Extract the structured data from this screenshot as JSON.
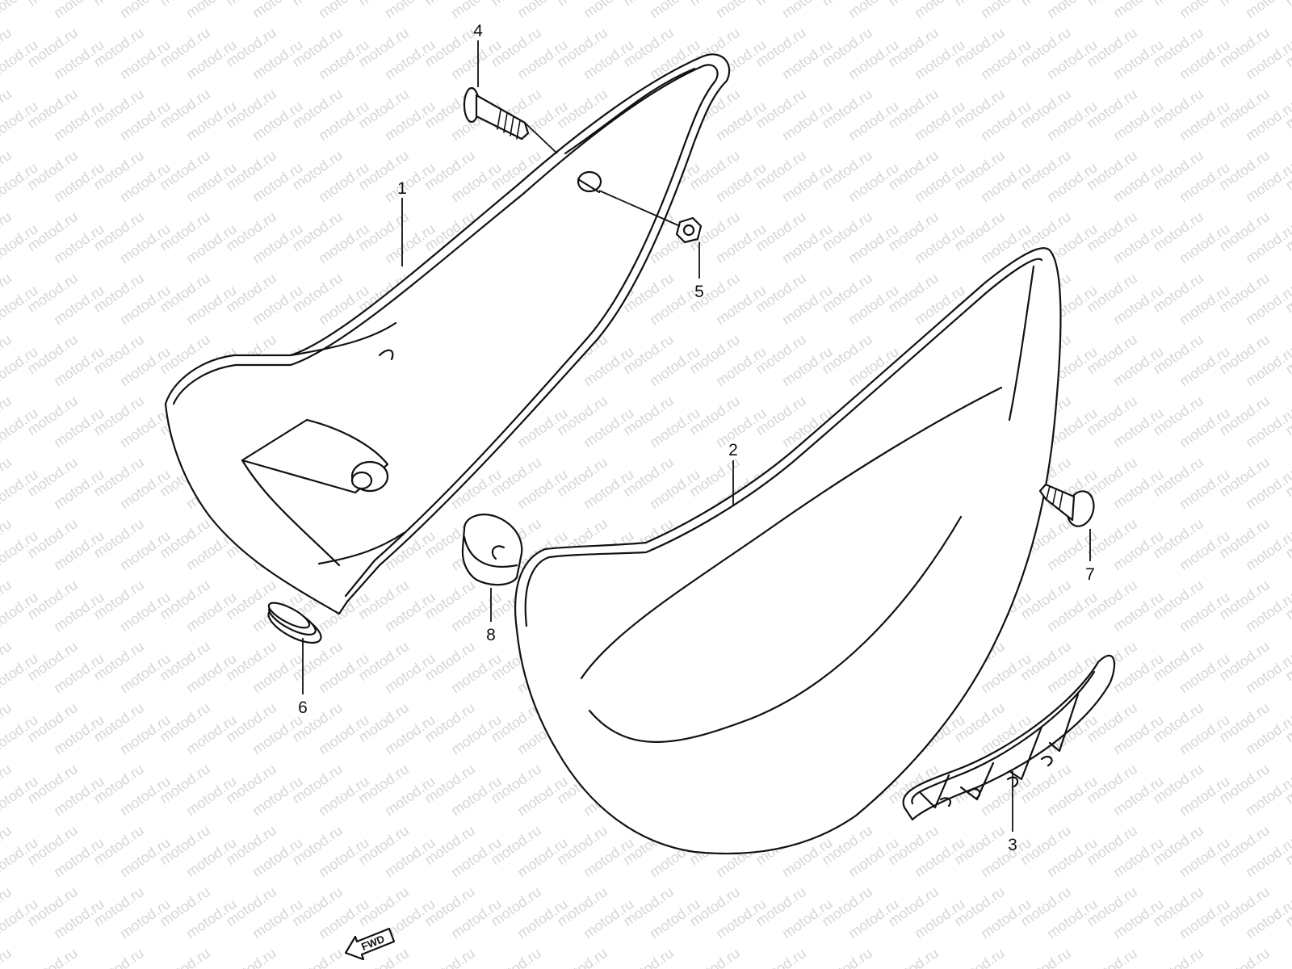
{
  "watermark": {
    "text": "motod.ru",
    "color": "#d6d6d6"
  },
  "parts": [
    {
      "id": "1",
      "label": "1"
    },
    {
      "id": "2",
      "label": "2"
    },
    {
      "id": "3",
      "label": "3"
    },
    {
      "id": "4",
      "label": "4"
    },
    {
      "id": "5",
      "label": "5"
    },
    {
      "id": "6",
      "label": "6"
    },
    {
      "id": "7",
      "label": "7"
    },
    {
      "id": "8",
      "label": "8"
    }
  ],
  "direction_badge": {
    "text": "FWD",
    "icon": "forward-arrow-icon"
  },
  "line_color": "#111111"
}
